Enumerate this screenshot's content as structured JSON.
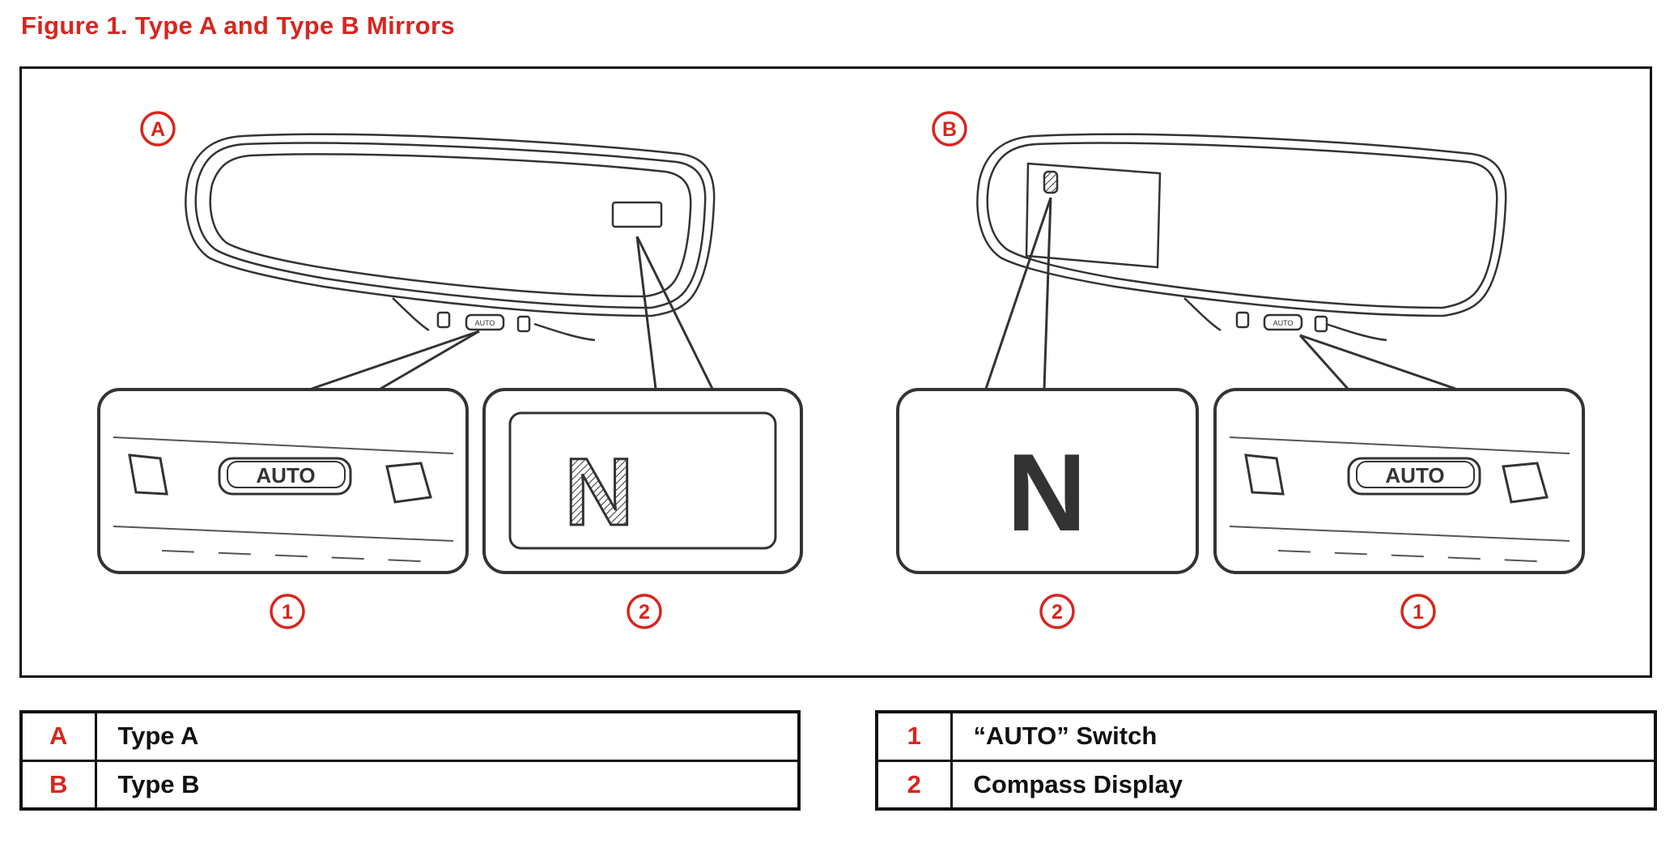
{
  "figure": {
    "title": "Figure 1.  Type A and Type B Mirrors",
    "accent_color": "#d7261e",
    "callouts": {
      "type_a": "A",
      "type_b": "B",
      "a_switch": "1",
      "a_compass": "2",
      "b_compass": "2",
      "b_switch": "1"
    },
    "mirror_switch_label": "AUTO",
    "compass_letter": "N"
  },
  "legend_left": [
    {
      "key": "A",
      "label": "Type A"
    },
    {
      "key": "B",
      "label": "Type B"
    }
  ],
  "legend_right": [
    {
      "key": "1",
      "label": "“AUTO” Switch"
    },
    {
      "key": "2",
      "label": "Compass Display"
    }
  ]
}
